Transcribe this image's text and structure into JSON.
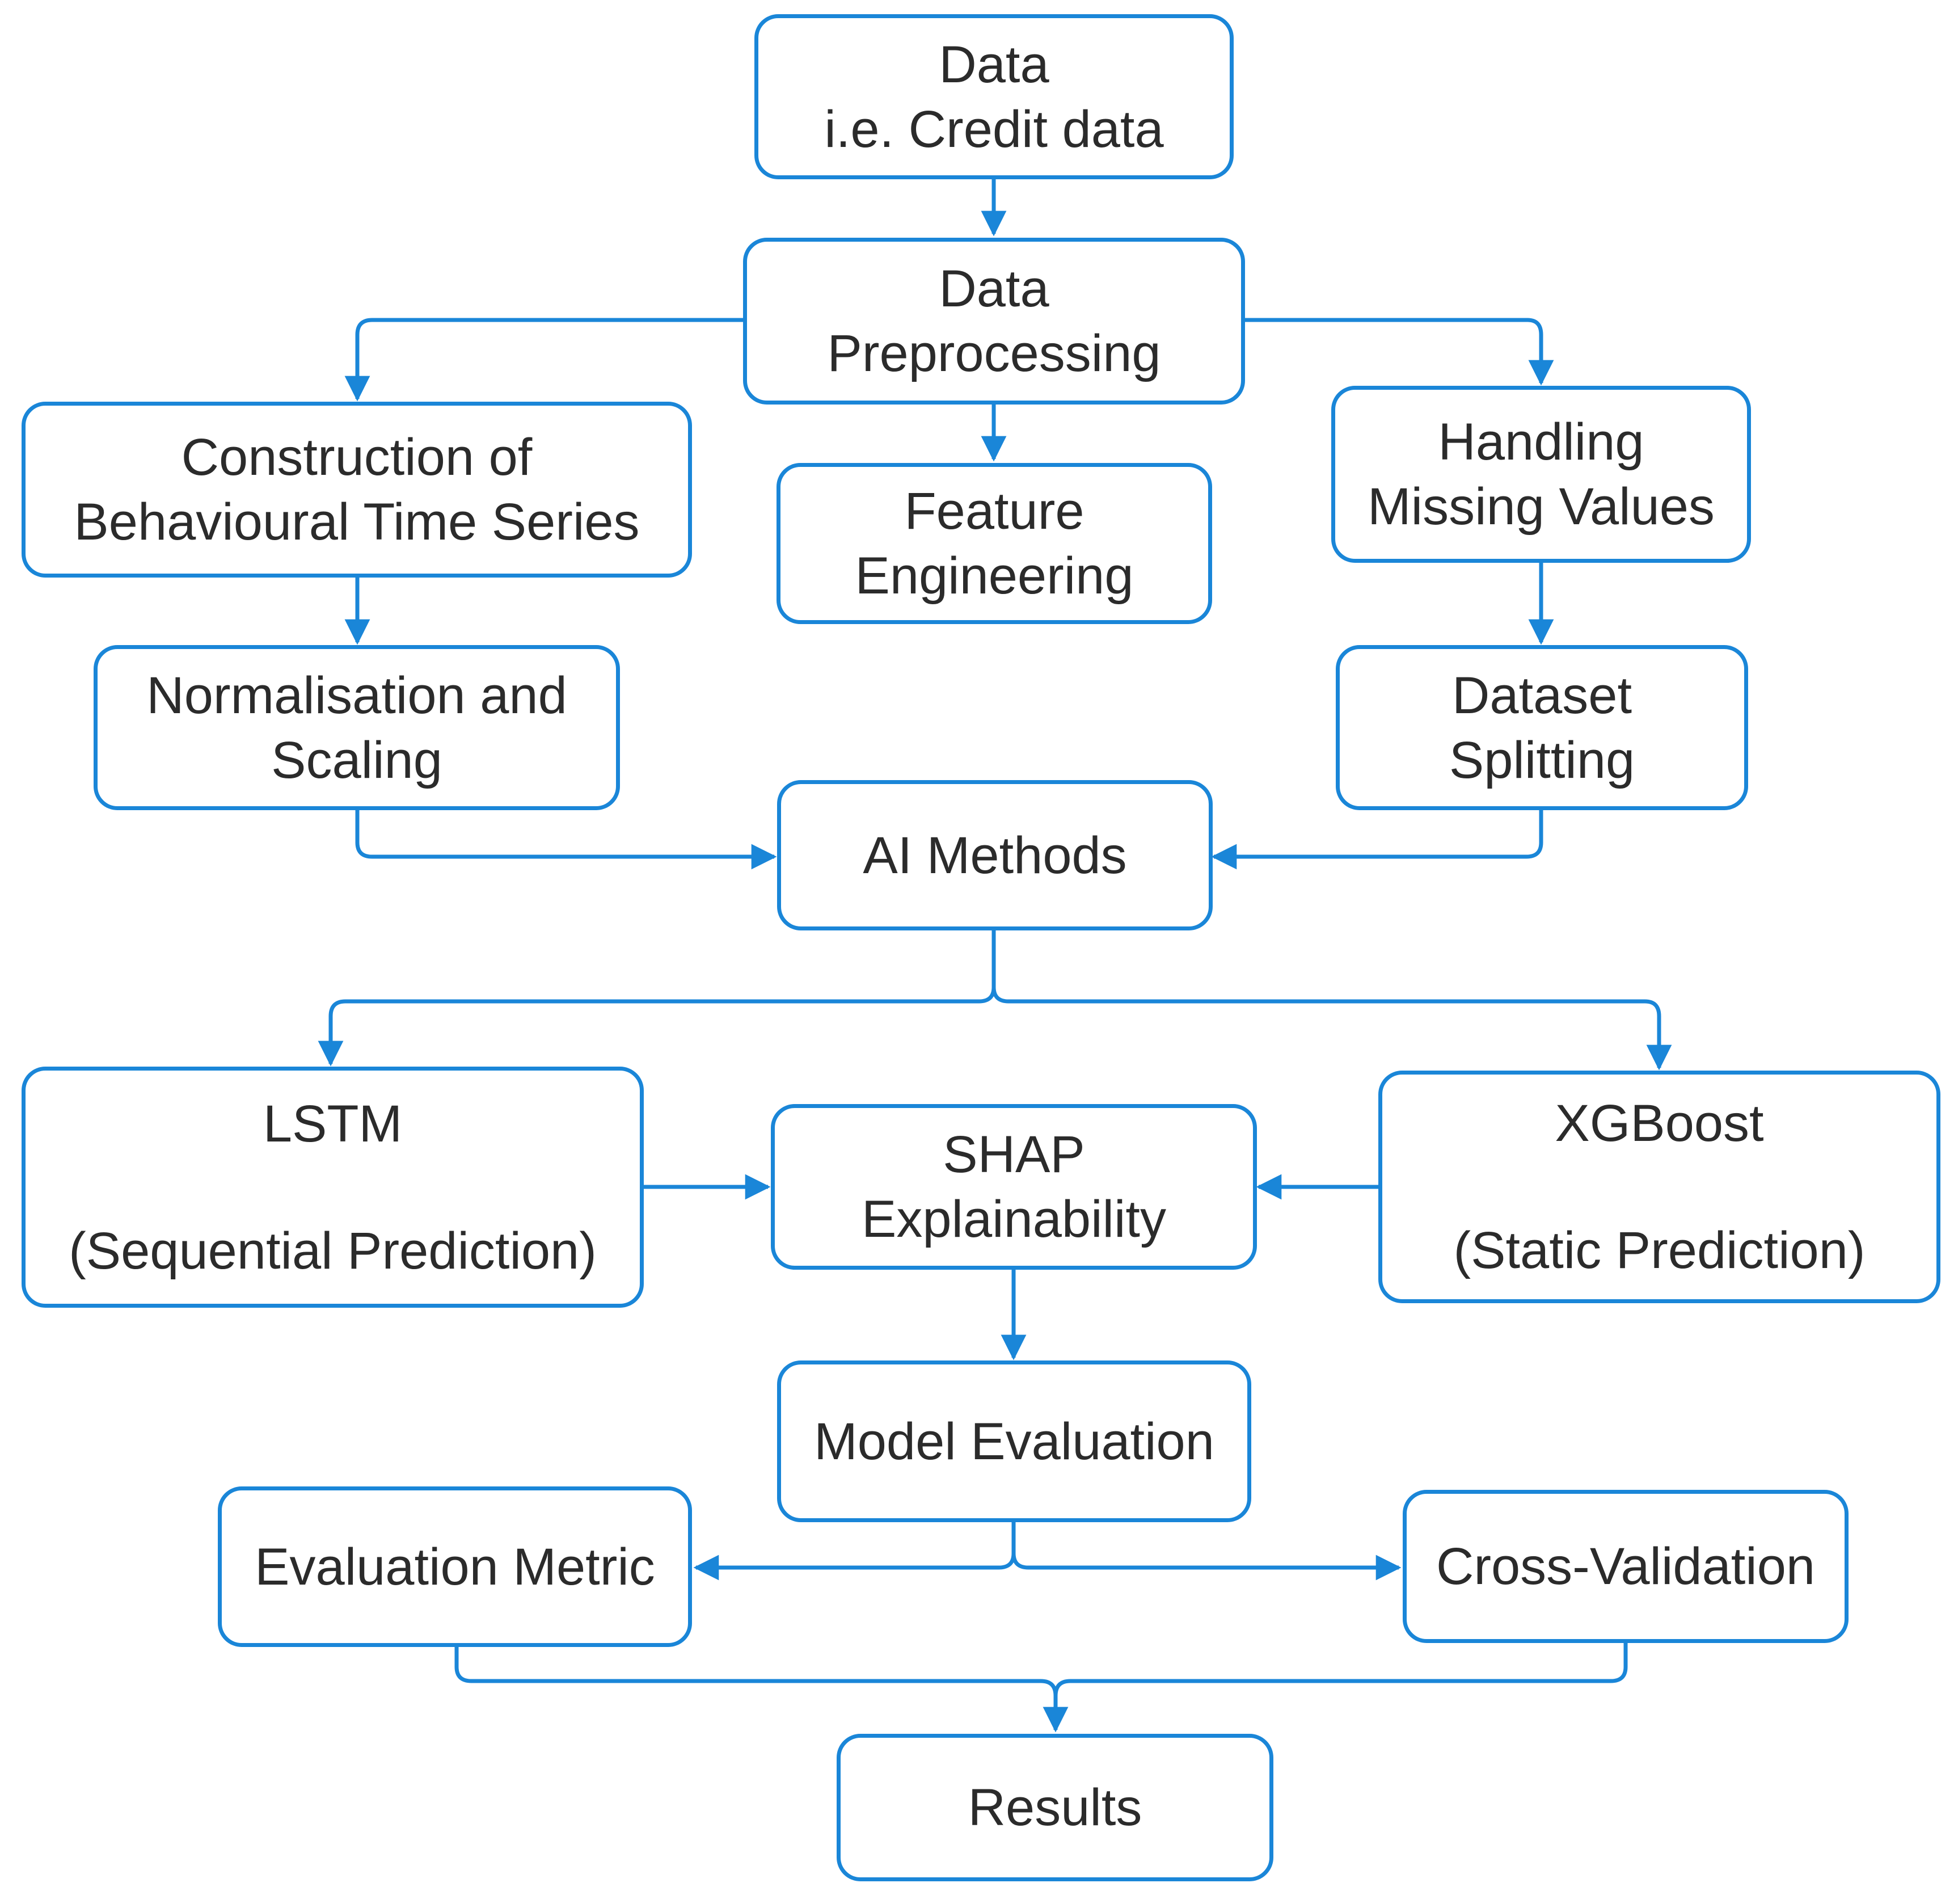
{
  "colors": {
    "accent": "#1a86d8",
    "text": "#2b2b2b",
    "background": "#ffffff"
  },
  "nodes": {
    "data": {
      "line1": "Data",
      "line2": "i.e. Credit data"
    },
    "preprocessing": {
      "line1": "Data",
      "line2": "Preprocessing"
    },
    "construction": {
      "line1": "Construction of",
      "line2": "Behavioural Time Series"
    },
    "feature": {
      "line1": "Feature",
      "line2": "Engineering"
    },
    "missing": {
      "line1": "Handling",
      "line2": "Missing Values"
    },
    "normalisation": {
      "line1": "Normalisation and",
      "line2": "Scaling"
    },
    "splitting": {
      "line1": "Dataset",
      "line2": "Splitting"
    },
    "ai_methods": {
      "line1": "AI Methods"
    },
    "lstm": {
      "line1": "LSTM",
      "line2": "(Sequential Prediction)"
    },
    "shap": {
      "line1": "SHAP",
      "line2": "Explainability"
    },
    "xgboost": {
      "line1": "XGBoost",
      "line2": "(Static Prediction)"
    },
    "model_eval": {
      "line1": "Model Evaluation"
    },
    "eval_metric": {
      "line1": "Evaluation Metric"
    },
    "cross_val": {
      "line1": "Cross-Validation"
    },
    "results": {
      "line1": "Results"
    }
  }
}
